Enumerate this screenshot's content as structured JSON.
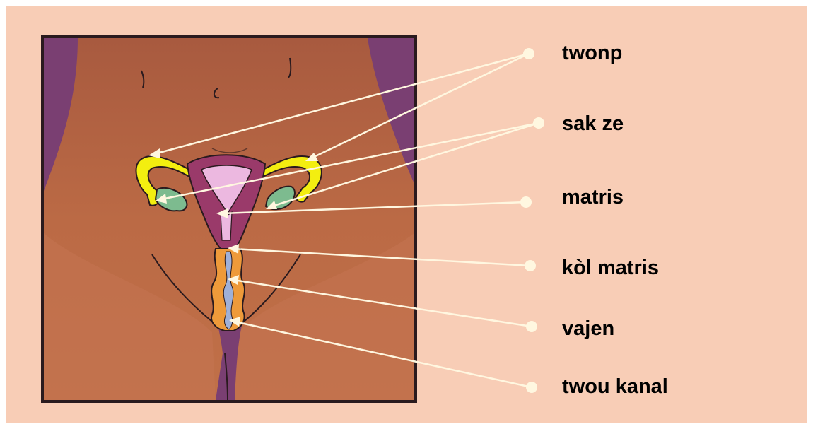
{
  "labels": {
    "fallopian_tubes": "twonp",
    "ovaries": "sak ze",
    "uterus": "matris",
    "cervix": "kòl matris",
    "vagina": "vajen",
    "vaginal_opening": "twou kanal"
  },
  "colors": {
    "background": "#f8cdb6",
    "pointer_line": "#fff7e0",
    "skin": "#b9653f",
    "shadow": "#7a3f72",
    "uterus": "#9a3a6a",
    "uterus_inner": "#ecb8e0",
    "tubes": "#f3ee10",
    "ovaries": "#7dbb8f",
    "vagina": "#ee9a3a"
  }
}
